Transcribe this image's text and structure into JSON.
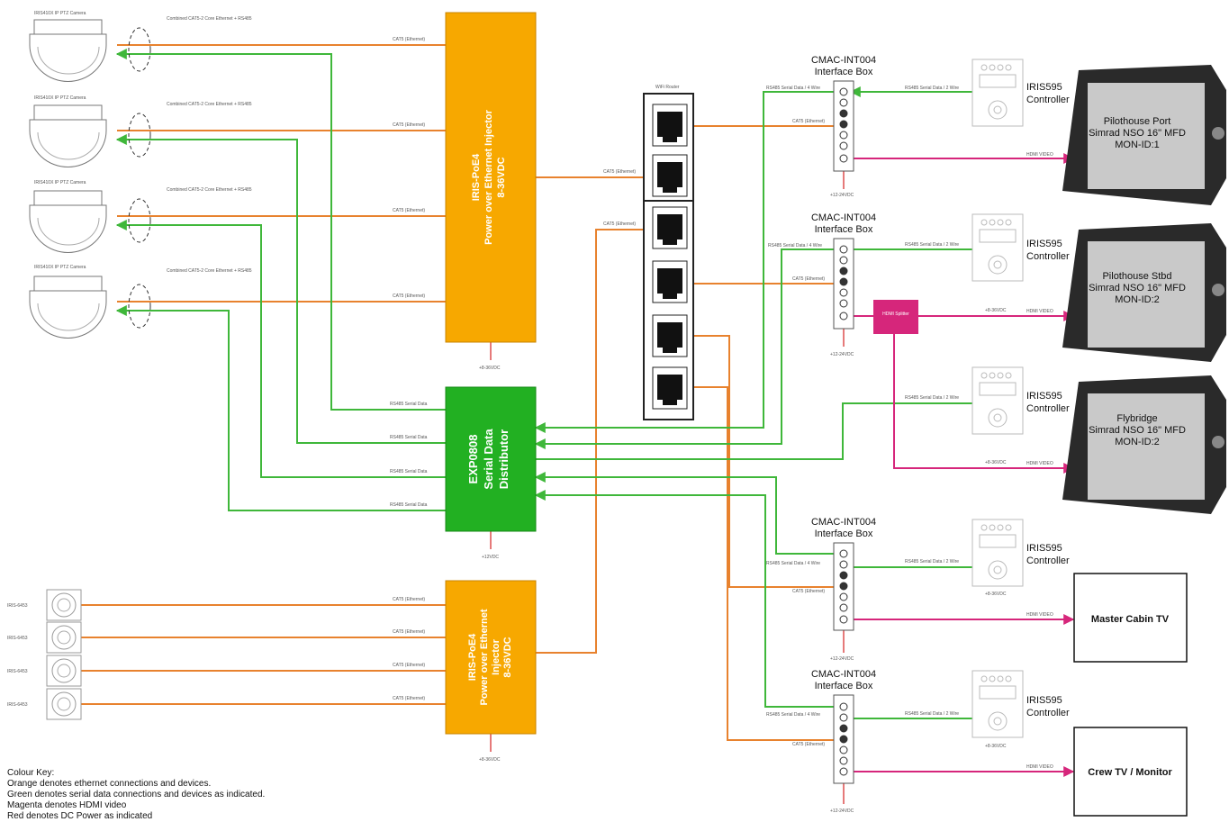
{
  "colors": {
    "ethernet": "#e8822e",
    "serial": "#3fb73a",
    "hdmi": "#d6267b",
    "power": "#d62020",
    "injector_fill": "#f7a800",
    "distributor_fill": "#22b022"
  },
  "ptz_cameras": [
    {
      "label": "IRIS410X IP PTZ Camera",
      "cable_note": "Combined CAT5-2 Core Ethernet + RS485",
      "link_label": "CAT5 (Ethernet)"
    },
    {
      "label": "IRIS410X IP PTZ Camera",
      "cable_note": "Combined CAT5-2 Core Ethernet + RS485",
      "link_label": "CAT5 (Ethernet)"
    },
    {
      "label": "IRIS410X IP PTZ Camera",
      "cable_note": "Combined CAT5-2 Core Ethernet + RS485",
      "link_label": "CAT5 (Ethernet)"
    },
    {
      "label": "IRIS410X IP PTZ Camera",
      "cable_note": "Combined CAT5-2 Core Ethernet + RS485",
      "link_label": "CAT5 (Ethernet)"
    }
  ],
  "injector_top": {
    "line1": "IRIS-PoE4",
    "line2": "Power over Ethernet Injector",
    "line3": "8-36VDC",
    "power": "+8-36VDC"
  },
  "injector_bottom": {
    "line1": "IRIS-PoE4",
    "line2": "Power over Ethernet",
    "line3": "Injector",
    "line4": "8-36VDC",
    "power": "+8-36VDC"
  },
  "distributor": {
    "line1": "EXP0808",
    "line2": "Serial Data",
    "line3": "Distributor",
    "power": "+12VDC"
  },
  "serial_labels": [
    "RS485 Serial Data",
    "RS485 Serial Data",
    "RS485 Serial Data",
    "RS485 Serial Data"
  ],
  "router": {
    "label": "WiFi Router"
  },
  "fixed_cameras": [
    {
      "label": "IRIS-6453",
      "link_label": "CAT5 (Ethernet)"
    },
    {
      "label": "IRIS-6453",
      "link_label": "CAT5 (Ethernet)"
    },
    {
      "label": "IRIS-6453",
      "link_label": "CAT5 (Ethernet)"
    },
    {
      "label": "IRIS-6453",
      "link_label": "CAT5 (Ethernet)"
    }
  ],
  "router_links": [
    "CAT5 (Ethernet)",
    "CAT5 (Ethernet)"
  ],
  "interface_boxes": [
    {
      "title1": "CMAC-INT004",
      "title2": "Interface Box",
      "serial_label": "RS485 Serial Data / 4 Wire",
      "eth_label": "CAT5 (Ethernet)",
      "power": "+12-24VDC"
    },
    {
      "title1": "CMAC-INT004",
      "title2": "Interface Box",
      "serial_label": "RS485 Serial Data / 4 Wire",
      "eth_label": "CAT5 (Ethernet)",
      "power": "+12-24VDC"
    },
    {
      "title1": "CMAC-INT004",
      "title2": "Interface Box",
      "serial_label": "RS485 Serial Data / 4 Wire",
      "eth_label": "CAT5 (Ethernet)",
      "power": "+12-24VDC"
    },
    {
      "title1": "CMAC-INT004",
      "title2": "Interface Box",
      "serial_label": "RS485 Serial Data / 4 Wire",
      "eth_label": "CAT5 (Ethernet)",
      "power": "+12-24VDC"
    }
  ],
  "controllers": [
    {
      "line1": "IRIS595",
      "line2": "Controller",
      "link_label": "RS485 Serial Data / 2 Wire",
      "power": ""
    },
    {
      "line1": "IRIS595",
      "line2": "Controller",
      "link_label": "RS485 Serial Data / 2 Wire",
      "power": "+8-36VDC"
    },
    {
      "line1": "IRIS595",
      "line2": "Controller",
      "link_label": "RS485 Serial Data / 2 Wire",
      "power": "+8-36VDC"
    },
    {
      "line1": "IRIS595",
      "line2": "Controller",
      "link_label": "RS485 Serial Data / 2 Wire",
      "power": "+8-36VDC"
    },
    {
      "line1": "IRIS595",
      "line2": "Controller",
      "link_label": "RS485 Serial Data / 2 Wire",
      "power": "+8-36VDC"
    }
  ],
  "hdmi_splitter": {
    "label": "HDMI Splitter"
  },
  "hdmi_label": "HDMI VIDEO",
  "displays": [
    {
      "line1": "Pilothouse Port",
      "line2": "Simrad NSO 16\"  MFD",
      "line3": "MON-ID:1"
    },
    {
      "line1": "Pilothouse Stbd",
      "line2": "Simrad NSO 16\"  MFD",
      "line3": "MON-ID:2"
    },
    {
      "line1": "Flybridge",
      "line2": "Simrad NSO 16\"  MFD",
      "line3": "MON-ID:2"
    }
  ],
  "tvs": [
    {
      "label": "Master Cabin TV"
    },
    {
      "label": "Crew TV / Monitor"
    }
  ],
  "colour_key": {
    "title": "Colour Key:",
    "lines": [
      "Orange denotes ethernet connections and devices.",
      "Green denotes serial data connections and devices as indicated.",
      "Magenta denotes HDMI video",
      "Red denotes DC Power as indicated"
    ]
  }
}
